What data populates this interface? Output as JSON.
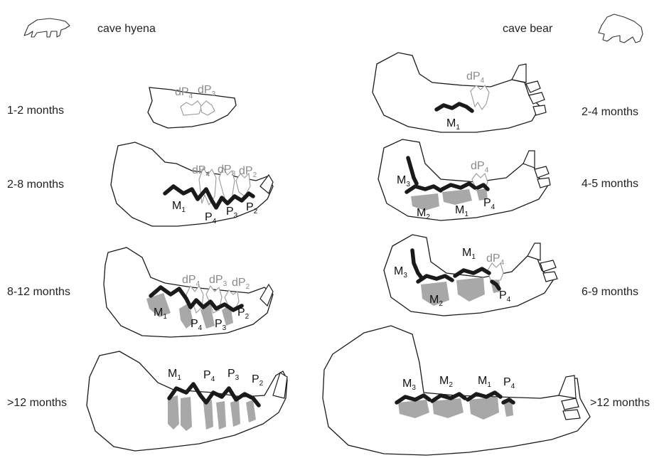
{
  "headers": {
    "left": "cave hyena",
    "right": "cave bear"
  },
  "hyena_ages": [
    "1-2 months",
    "2-8 months",
    "8-12 months",
    ">12 months"
  ],
  "bear_ages": [
    "2-4 months",
    "4-5 months",
    "6-9 months",
    ">12 months"
  ],
  "tooth_labels": {
    "dP": "dP",
    "P": "P",
    "M": "M",
    "n1": "1",
    "n2": "2",
    "n3": "3",
    "n4": "4"
  },
  "colors": {
    "permanent": "#1a1a1a",
    "root": "#a8a8a8",
    "deciduous": "#8a8a8a"
  },
  "icons": [
    "hyena-silhouette-icon",
    "bear-silhouette-icon"
  ]
}
